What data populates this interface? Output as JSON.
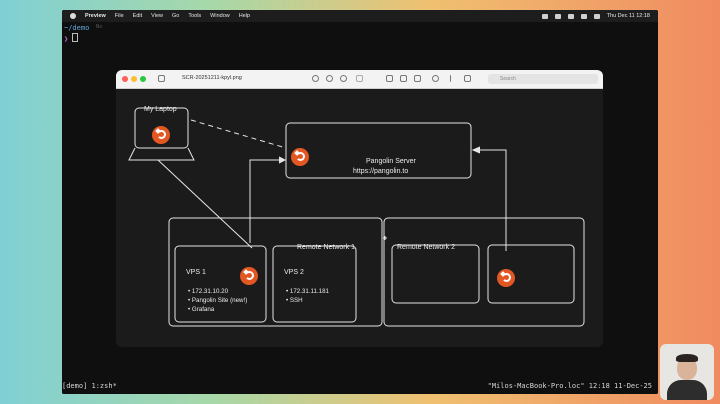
{
  "menubar": {
    "app": "Preview",
    "items": [
      "File",
      "Edit",
      "View",
      "Go",
      "Tools",
      "Window",
      "Help"
    ],
    "clock": "Thu Dec 11  12:18"
  },
  "terminal": {
    "cwd": "~/demo",
    "prompt": "❯",
    "suggestion": "No",
    "status_left": "[demo] 1:zsh*",
    "status_right": "\"Milos-MacBook-Pro.loc\" 12:18 11-Dec-25"
  },
  "preview": {
    "filename": "SCR-20251211-kpyl.png",
    "search_placeholder": "Search"
  },
  "diagram": {
    "my_laptop": "My Laptop",
    "server_title": "Pangolin Server",
    "server_url": "https://pangolin.to",
    "remote1": "Remote Network 1",
    "remote2": "Remote Network 2",
    "vps1": {
      "title": "VPS 1",
      "bullets": [
        "172.31.10.20",
        "Pangolin Site (new!)",
        "Grafana"
      ]
    },
    "vps2": {
      "title": "VPS 2",
      "bullets": [
        "172.31.11.181",
        "SSH"
      ]
    }
  },
  "colors": {
    "accent": "#e25722",
    "canvas": "#1b1b1c",
    "stroke": "#e6e6e6"
  }
}
